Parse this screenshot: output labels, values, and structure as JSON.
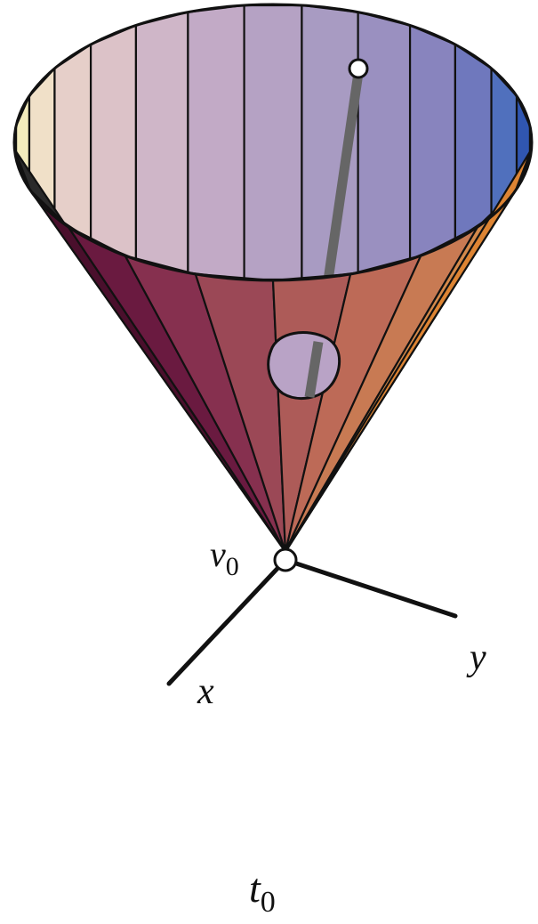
{
  "labels": {
    "apex": "v",
    "apex_sub": "0",
    "x_axis": "x",
    "y_axis": "y",
    "caption": "t",
    "caption_sub": "0"
  },
  "colors": {
    "outline": "#111111",
    "axis": "#111111",
    "stick": "#666666",
    "marker_fill": "#ffffff",
    "inner_palette": [
      "#f3ecbc",
      "#f0e0c8",
      "#e6cfc9",
      "#dcc2c8",
      "#cfb6c8",
      "#c2aac6",
      "#b5a2c4",
      "#a89bc2",
      "#9a90c0",
      "#8884be",
      "#6f78bd",
      "#5070bd",
      "#3056b0"
    ],
    "outer_palette": [
      "#2a2a2a",
      "#4a0f2c",
      "#6a1a40",
      "#86304f",
      "#9b4856",
      "#ad5b58",
      "#bd6a57",
      "#c87a53",
      "#d4894a",
      "#dd8433"
    ]
  }
}
